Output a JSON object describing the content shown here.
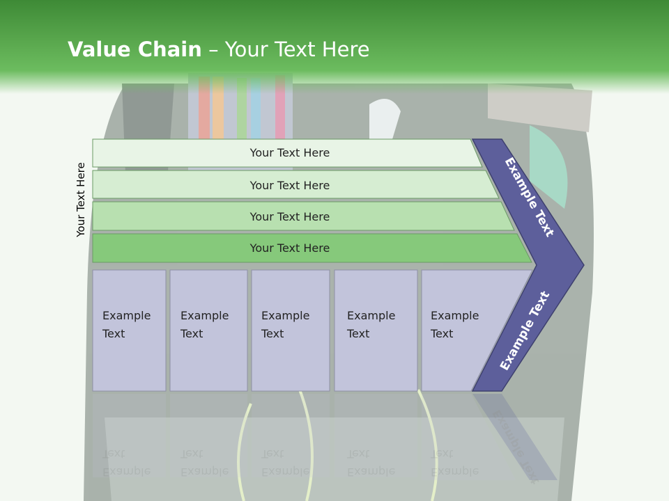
{
  "title": {
    "bold": "Value Chain",
    "rest": " – Your Text Here"
  },
  "side_label": "Your Text Here",
  "rows": [
    {
      "label": "Your Text Here",
      "color": "#e8f4e6"
    },
    {
      "label": "Your Text Here",
      "color": "#d6edd2"
    },
    {
      "label": "Your Text Here",
      "color": "#b8e0b0"
    },
    {
      "label": "Your Text Here",
      "color": "#86c97b"
    }
  ],
  "boxes": [
    {
      "line1": "Example",
      "line2": "Text"
    },
    {
      "line1": "Example",
      "line2": "Text"
    },
    {
      "line1": "Example",
      "line2": "Text"
    },
    {
      "line1": "Example",
      "line2": "Text"
    },
    {
      "line1": "Example",
      "line2": "Text"
    }
  ],
  "chevron": {
    "top_label": "Example Text",
    "bottom_label": "Example Text",
    "color": "#5d5f9b"
  },
  "colors": {
    "box_fill": "#c2c4db",
    "box_stroke": "#8d8fa6"
  }
}
